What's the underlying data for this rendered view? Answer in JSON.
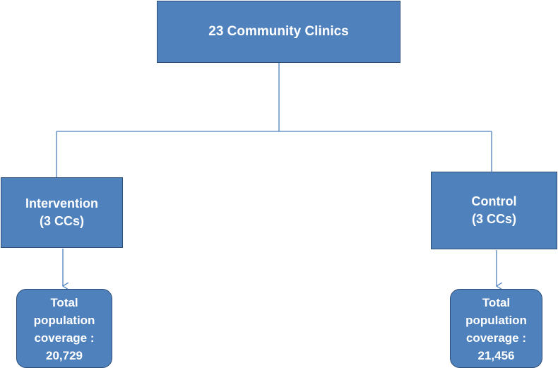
{
  "diagram": {
    "root": {
      "label": "23 Community Clinics"
    },
    "branches": [
      {
        "line1": "Intervention",
        "line2": "(3 CCs)",
        "coverage": {
          "line1": "Total",
          "line2": "population",
          "line3": "coverage :",
          "line4": "20,729"
        }
      },
      {
        "line1": "Control",
        "line2": "(3 CCs)",
        "coverage": {
          "line1": "Total",
          "line2": "population",
          "line3": "coverage :",
          "line4": "21,456"
        }
      }
    ],
    "colors": {
      "box_fill": "#4f81bd",
      "box_border": "#2c4d75",
      "connector": "#4f81bd",
      "text": "#ffffff"
    }
  }
}
